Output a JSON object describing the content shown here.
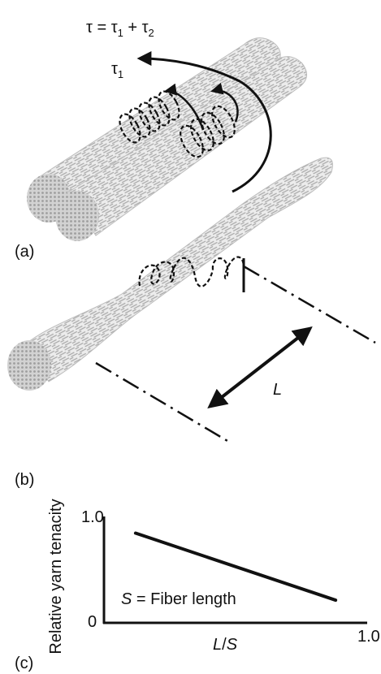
{
  "panel_a": {
    "label": "(a)",
    "torque_total": "τ = τ",
    "torque_total_sub1": "1",
    "torque_plus": " + τ",
    "torque_total_sub2": "2",
    "torque_one": "τ",
    "torque_one_sub": "1"
  },
  "panel_b": {
    "label": "(b)",
    "length_symbol": "L"
  },
  "panel_c": {
    "label": "(c)",
    "chart_data": {
      "type": "line",
      "ylabel": "Relative yarn tenacity",
      "xlabel_italic_1": "L",
      "xlabel_slash": "/",
      "xlabel_italic_2": "S",
      "y_tick_top": "1.0",
      "origin_tick": "0",
      "x_tick_right": "1.0",
      "annotation_symbol": "S",
      "annotation_text": " = Fiber length",
      "xlim": [
        0,
        1.0
      ],
      "ylim": [
        0,
        1.0
      ],
      "series": [
        {
          "x": [
            0.12,
            0.88
          ],
          "y": [
            0.87,
            0.22
          ]
        }
      ]
    }
  }
}
